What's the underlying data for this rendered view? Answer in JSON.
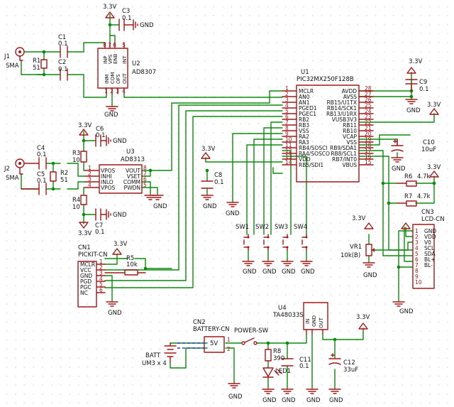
{
  "power": {
    "v33": "3.3V",
    "gnd": "GND"
  },
  "c1": {
    "ref": "C1",
    "val": "0.1"
  },
  "c2": {
    "ref": "C2",
    "val": "0.1"
  },
  "c3": {
    "ref": "C3",
    "val": "0.1"
  },
  "c4": {
    "ref": "C4",
    "val": "0.1"
  },
  "c5": {
    "ref": "C5",
    "val": "0.1"
  },
  "c6": {
    "ref": "C6",
    "val": "0.1"
  },
  "c7": {
    "ref": "C7",
    "val": "0.1"
  },
  "c8": {
    "ref": "C8",
    "val": "0.1"
  },
  "c9": {
    "ref": "C9",
    "val": "0.1"
  },
  "c10": {
    "ref": "C10",
    "val": "10uF"
  },
  "c11": {
    "ref": "C11",
    "val": "0.1"
  },
  "c12": {
    "ref": "C12",
    "val": "33uF"
  },
  "r1": {
    "ref": "R1",
    "val": "51"
  },
  "r2": {
    "ref": "R2",
    "val": "51"
  },
  "r3": {
    "ref": "R3",
    "val": "10"
  },
  "r4": {
    "ref": "R4",
    "val": "10"
  },
  "r5": {
    "ref": "R5",
    "val": "10k"
  },
  "r6": {
    "ref": "R6",
    "val": "4.7k"
  },
  "r7": {
    "ref": "R7",
    "val": "4.7k"
  },
  "r8": {
    "ref": "R8",
    "val": "390"
  },
  "j1": {
    "ref": "J1",
    "val": "SMA"
  },
  "j2": {
    "ref": "J2",
    "val": "SMA"
  },
  "u1": {
    "ref": "U1",
    "part": "PIC32MX250F128B",
    "left_pins": [
      {
        "num": "1",
        "name": "MCLR"
      },
      {
        "num": "2",
        "name": "AN0"
      },
      {
        "num": "3",
        "name": "AN1"
      },
      {
        "num": "4",
        "name": "PGED1"
      },
      {
        "num": "5",
        "name": "PGEC1"
      },
      {
        "num": "6",
        "name": "RB2"
      },
      {
        "num": "7",
        "name": "RB3"
      },
      {
        "num": "8",
        "name": "VSS"
      },
      {
        "num": "9",
        "name": "RA2"
      },
      {
        "num": "10",
        "name": "RA3"
      },
      {
        "num": "11",
        "name": "RB4/SOSCI"
      },
      {
        "num": "12",
        "name": "RA4/SOSCO"
      },
      {
        "num": "13",
        "name": "VDD"
      },
      {
        "num": "14",
        "name": "RB5/SDI1"
      }
    ],
    "right_pins": [
      {
        "num": "28",
        "name": "AVDD"
      },
      {
        "num": "27",
        "name": "AVSS"
      },
      {
        "num": "26",
        "name": "RB15/U1TX"
      },
      {
        "num": "25",
        "name": "RB14/SCK1"
      },
      {
        "num": "24",
        "name": "RB13/U1RX"
      },
      {
        "num": "23",
        "name": "VUSB3V3"
      },
      {
        "num": "22",
        "name": "RB11"
      },
      {
        "num": "21",
        "name": "RB10"
      },
      {
        "num": "20",
        "name": "VCAP"
      },
      {
        "num": "19",
        "name": "VSS"
      },
      {
        "num": "18",
        "name": "RB9/SDA1"
      },
      {
        "num": "17",
        "name": "RB8/SCL1"
      },
      {
        "num": "16",
        "name": "RB7/INT0"
      },
      {
        "num": "15",
        "name": "VBUS"
      }
    ]
  },
  "u2": {
    "ref": "U2",
    "part": "AD8307",
    "top_pins": [
      {
        "num": "8",
        "name": "INP"
      },
      {
        "num": "7",
        "name": "VPS"
      },
      {
        "num": "6",
        "name": "ENB"
      },
      {
        "num": "5",
        "name": "INT"
      }
    ],
    "bottom_pins": [
      {
        "num": "1",
        "name": "INM"
      },
      {
        "num": "2",
        "name": "COM"
      },
      {
        "num": "3",
        "name": "OFS"
      },
      {
        "num": "4",
        "name": "OUT"
      }
    ]
  },
  "u3": {
    "ref": "U3",
    "part": "AD8313",
    "left_pins": [
      {
        "num": "1",
        "name": "VPOS"
      },
      {
        "num": "2",
        "name": "INHI"
      },
      {
        "num": "3",
        "name": "INLO"
      },
      {
        "num": "4",
        "name": "VPOS"
      }
    ],
    "right_pins": [
      {
        "num": "8",
        "name": "VOUT"
      },
      {
        "num": "7",
        "name": "VSET"
      },
      {
        "num": "6",
        "name": "COMM"
      },
      {
        "num": "5",
        "name": "PWDN"
      }
    ]
  },
  "u4": {
    "ref": "U4",
    "part": "TA48033S",
    "pins": [
      "IN",
      "GND",
      "OUT"
    ]
  },
  "cn1": {
    "ref": "CN1",
    "part": "PICKIT-CN",
    "pins": [
      "MCLR",
      "VCC",
      "GND",
      "PGD",
      "PGC",
      "NC"
    ],
    "nums": [
      "1",
      "2",
      "3",
      "4",
      "5",
      "6"
    ]
  },
  "cn2": {
    "ref": "CN2",
    "part": "BATTERY-CN",
    "label": "5V",
    "nums": [
      "1",
      "2"
    ]
  },
  "cn3": {
    "ref": "CN3",
    "part": "LCD-CN",
    "pins": [
      "GND",
      "VDD",
      "V0",
      "SCL",
      "SDA",
      "BL+",
      "BL-"
    ],
    "nums": [
      "1",
      "2",
      "3",
      "4",
      "5",
      "6",
      "7",
      "8",
      "9",
      "10"
    ]
  },
  "vr1": {
    "ref": "VR1",
    "val": "10k(B)"
  },
  "switches": [
    "SW1",
    "SW2",
    "SW3",
    "SW4"
  ],
  "power_sw": "POWER-SW",
  "batt": {
    "ref": "BATT",
    "val": "UM3 x 4"
  },
  "led": "LED1"
}
